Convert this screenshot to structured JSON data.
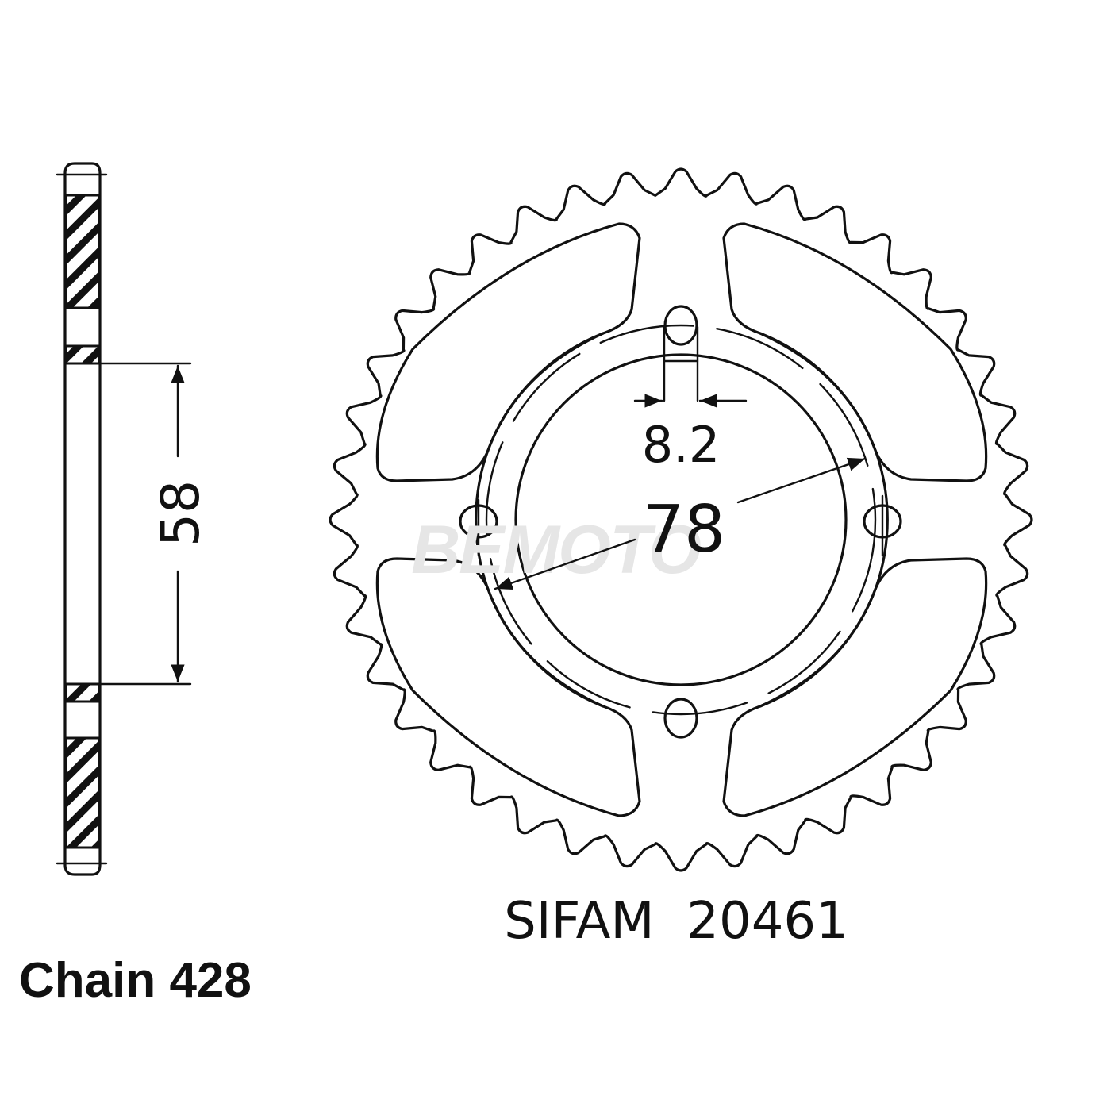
{
  "diagram": {
    "type": "sprocket technical drawing",
    "colors": {
      "line": "#111111",
      "background": "#ffffff",
      "watermark": "#e6e6e6"
    },
    "side_view": {
      "dimension_label": "58",
      "dimension_meaning": "hub / bore height"
    },
    "front_view": {
      "teeth_count_drawn": 40,
      "bolt_hole_count": 4,
      "bolt_hole_dimension_label": "8.2",
      "bolt_circle_dimension_label": "78"
    },
    "watermark": "BEMOTO",
    "part_label": "SIFAM  20461",
    "chain_label": "Chain 428"
  }
}
